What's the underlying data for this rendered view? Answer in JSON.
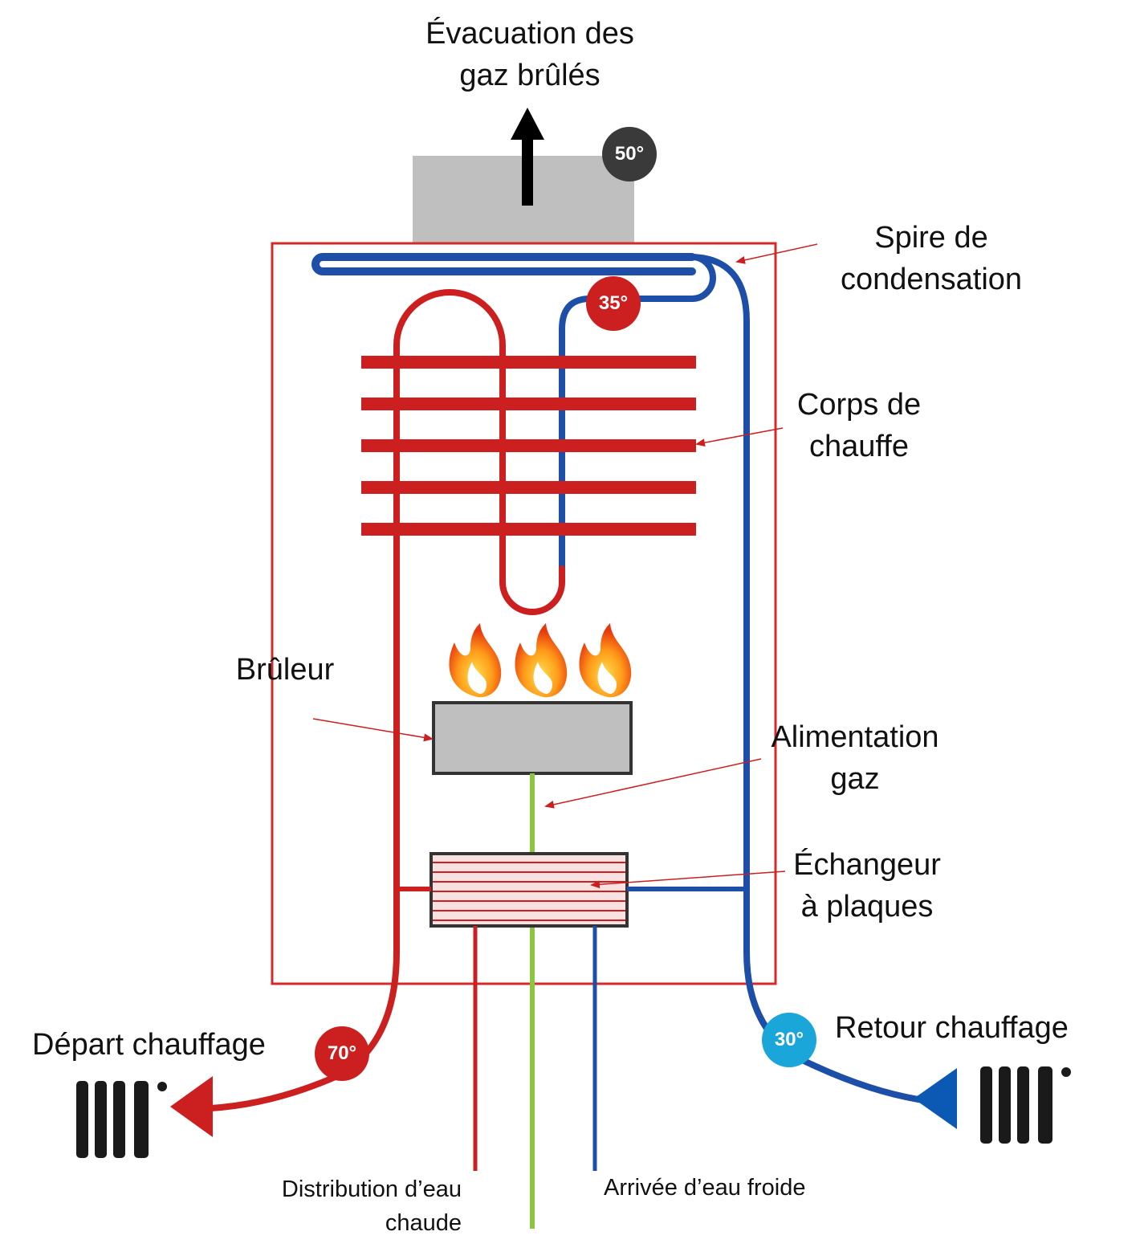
{
  "labels": {
    "flue_line1": "Évacuation des",
    "flue_line2": "gaz brûlés",
    "condensation_line1": "Spire de",
    "condensation_line2": "condensation",
    "heat_body_line1": "Corps de",
    "heat_body_line2": "chauffe",
    "burner": "Brûleur",
    "gas_line1": "Alimentation",
    "gas_line2": "gaz",
    "exchanger_line1": "Échangeur",
    "exchanger_line2": "à plaques",
    "heating_supply": "Départ chauffage",
    "heating_return": "Retour chauffage",
    "hot_water_line1": "Distribution d’eau",
    "hot_water_line2": "chaude",
    "cold_water": "Arrivée d’eau froide"
  },
  "temperatures": {
    "flue": "50°",
    "condensation": "35°",
    "supply": "70°",
    "return": "30°"
  },
  "colors": {
    "hot": "#cc1f1f",
    "cold": "#1e4fa8",
    "gas": "#8cc63f",
    "casing": "#d42a2a",
    "flue_box": "#bfbfbf",
    "flue_badge": "#3a3a3a",
    "return_badge": "#1aa6d9",
    "radiator": "#1a1a1a"
  }
}
